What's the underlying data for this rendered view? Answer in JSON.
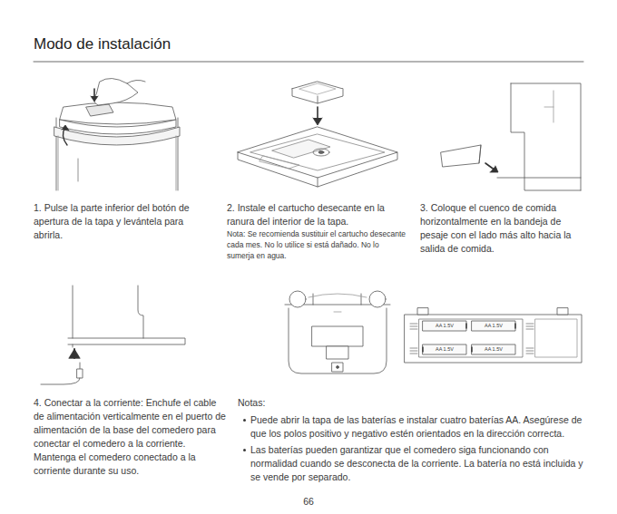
{
  "diagram": {
    "title": "Modo de instalación",
    "labels": [
      "1. Pulse la parte inferior del botón de apertura de la tapa y levántela para abrirla.",
      "2. Instale el cartucho desecante en la ranura del interior de la tapa.",
      "Nota: Se recomienda sustituir el cartucho desecante cada mes. No lo utilice si está dañado. No lo sumerja en agua.",
      "3. Coloque el cuenco de comida horizontalmente en la bandeja de pesaje con el lado más alto hacia la salida de comida.",
      "4. Conectar a la corriente: Enchufe el cable de alimentación verticalmente en el puerto de alimentación de la base del comedero para conectar el comedero a la corriente. Mantenga el comedero conectado a la corriente durante su uso.",
      "Notas:",
      "Puede abrir la tapa de las baterías e instalar cuatro baterías AA. Asegúrese de que los polos positivo y negativo estén orientados en la dirección correcta.",
      "Las baterías pueden garantizar que el comedero siga funcionando con normalidad cuando se desconecta de la corriente. La batería no está incluida y se vende por separado.",
      "66",
      "AA 1.5V",
      "AA 1.5V",
      "AA 1.5V",
      "AA 1.5V"
    ]
  }
}
